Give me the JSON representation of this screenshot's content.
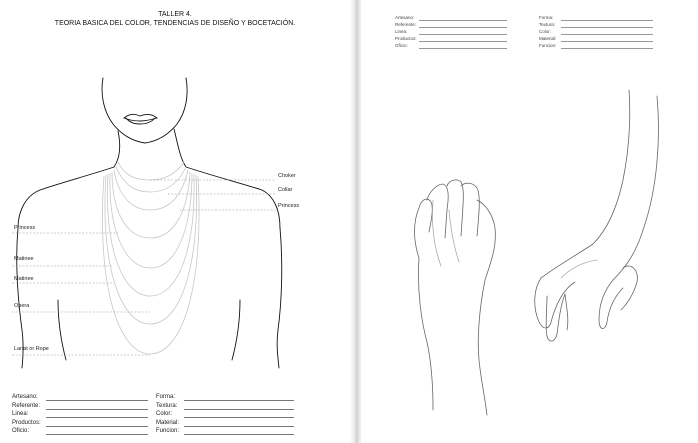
{
  "left_page": {
    "title": "TALLER 4.",
    "subtitle": "TEORIA BASICA DEL COLOR, TENDENCIAS DE DISEÑO Y BOCETACIÓN.",
    "necklace_labels": {
      "choker": "Choker",
      "collar": "Collar",
      "princess_right": "Princess",
      "princess_left": "Princess",
      "matinee_1": "Matinee",
      "matinee_2": "Matinee",
      "opera": "Opera",
      "lariat": "Lariat or Rope"
    },
    "form": {
      "left": [
        "Artesano:",
        "Referente:",
        "Linea:",
        "Productos:",
        "Oficio:"
      ],
      "right": [
        "Forma:",
        "Textura:",
        "Color:",
        "Material:",
        "Funcion:"
      ]
    }
  },
  "right_page": {
    "form": {
      "left": [
        "Artesano:",
        "Referente:",
        "Linea:",
        "Productos:",
        "Oficio:"
      ],
      "right": [
        "Forma:",
        "Textura:",
        "Color:",
        "Material:",
        "Funcion:"
      ]
    }
  }
}
